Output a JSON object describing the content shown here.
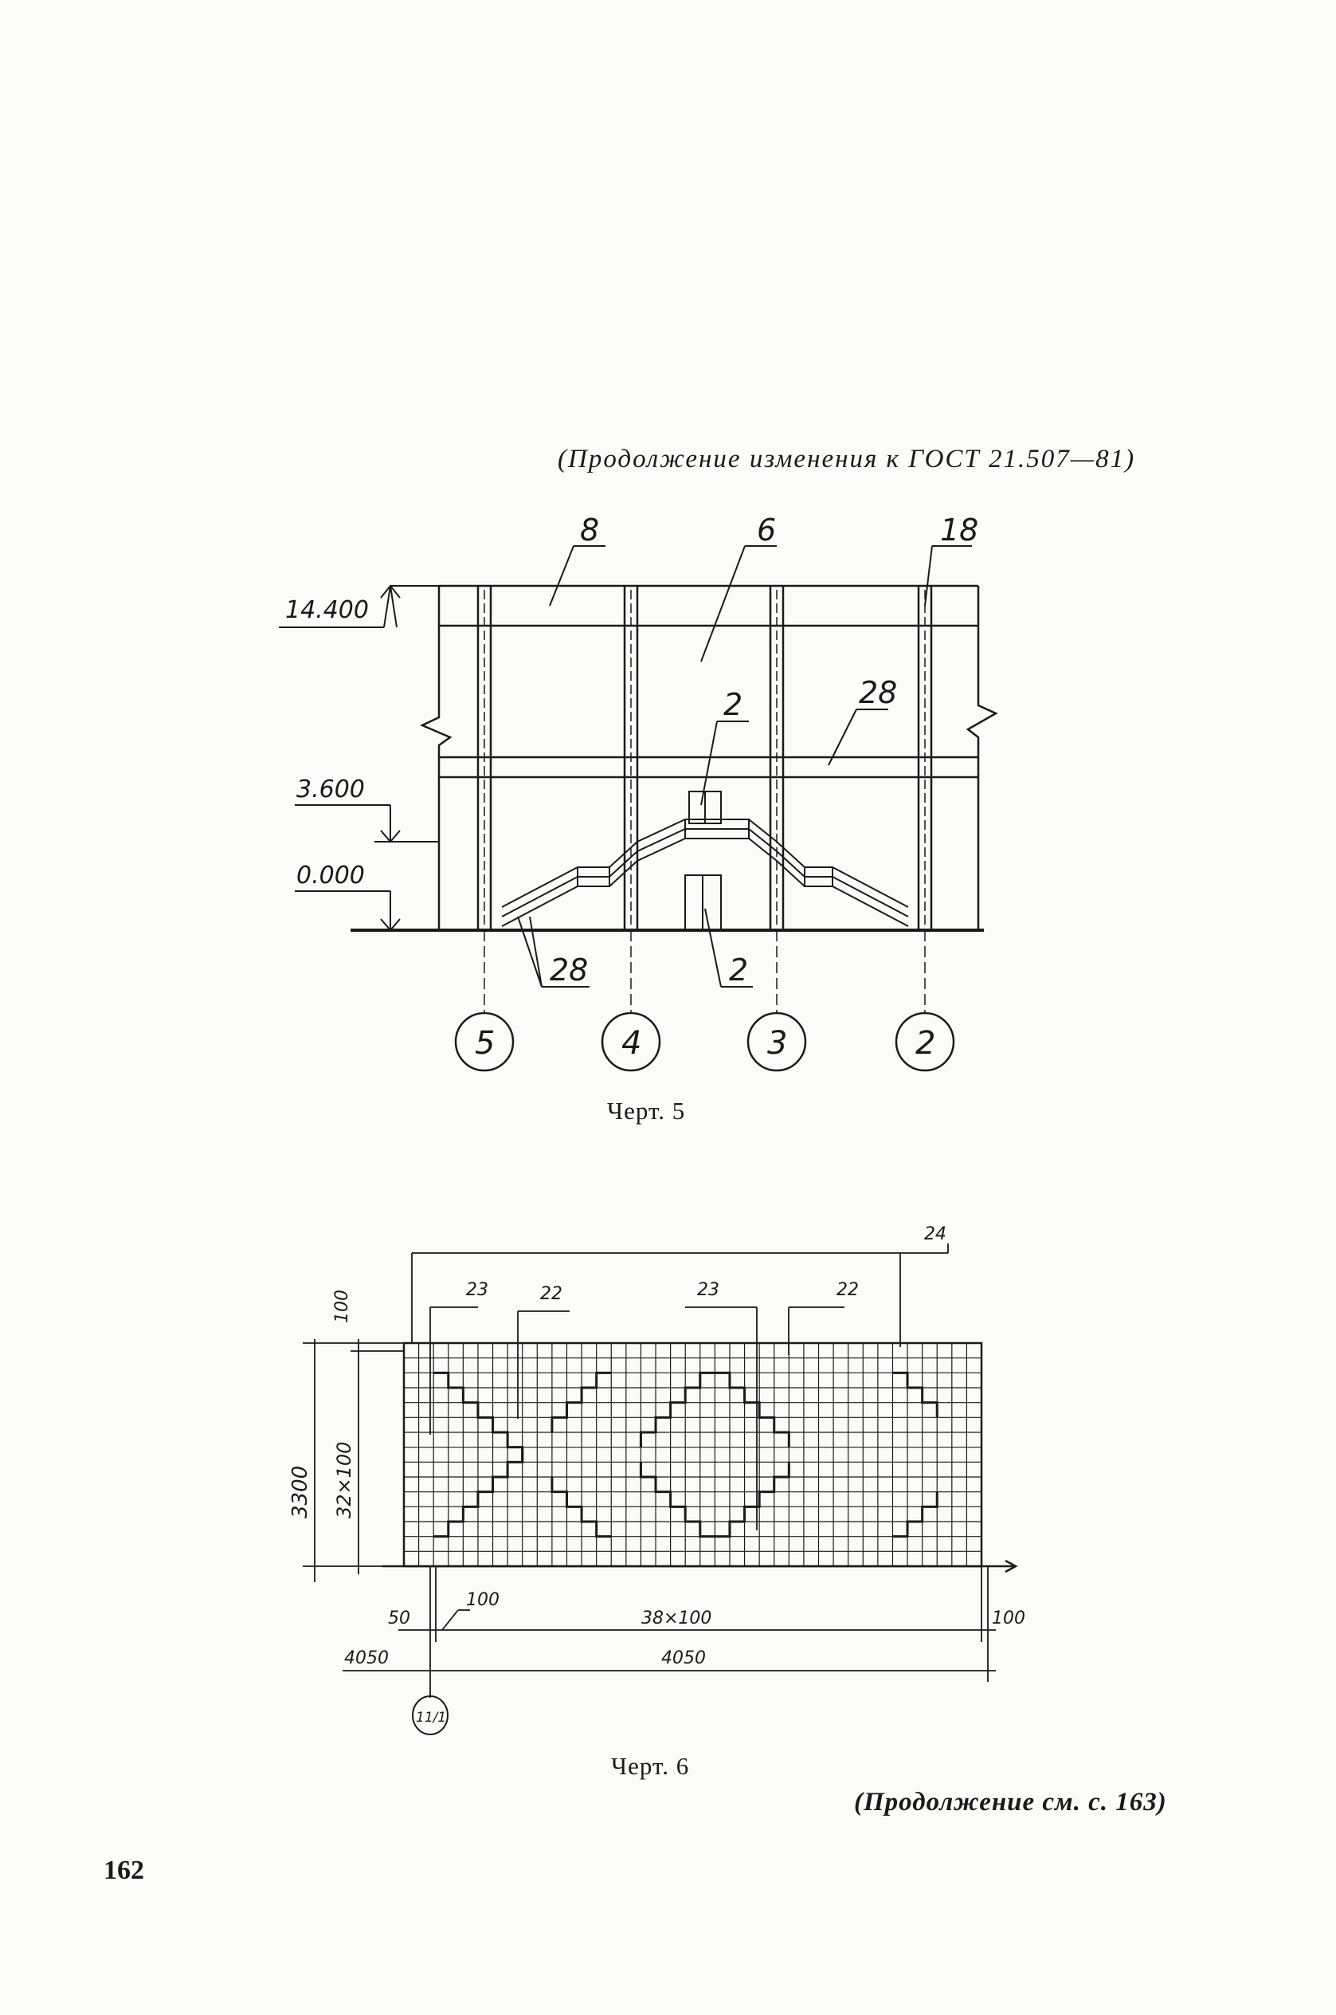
{
  "header": "(Продолжение изменения к ГОСТ 21.507—81)",
  "drawing5": {
    "caption": "Черт. 5",
    "levels": [
      "14.400",
      "3.600",
      "0.000"
    ],
    "axes": [
      "5",
      "4",
      "3",
      "2"
    ],
    "callouts": [
      "8",
      "6",
      "18",
      "2",
      "28",
      "28",
      "2"
    ]
  },
  "drawing6": {
    "caption": "Черт. 6",
    "callouts": [
      "23",
      "22",
      "23",
      "22",
      "24"
    ],
    "dims_left": [
      "100",
      "3300",
      "32×100"
    ],
    "dims_bottom": [
      "50",
      "100",
      "38×100",
      "100",
      "4050",
      "4050"
    ],
    "axis": "11/1"
  },
  "footer": {
    "continuation": "(Продолжение см. с. 163)",
    "page_number": "162"
  }
}
